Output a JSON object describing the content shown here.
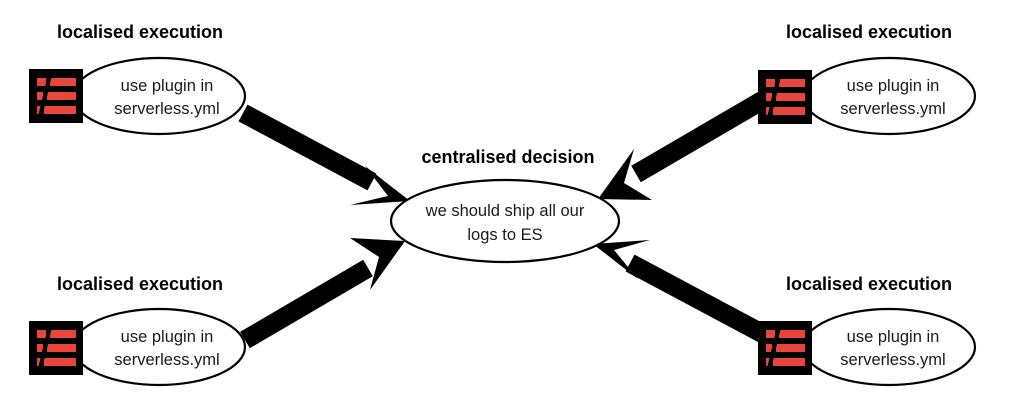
{
  "center": {
    "title": "centralised decision",
    "lines": [
      "we should ship all our",
      "logs to ES"
    ]
  },
  "nodes": [
    {
      "id": "top-left",
      "title": "localised execution",
      "lines": [
        "use plugin in",
        "serverless.yml"
      ]
    },
    {
      "id": "top-right",
      "title": "localised execution",
      "lines": [
        "use plugin in",
        "serverless.yml"
      ]
    },
    {
      "id": "bottom-left",
      "title": "localised execution",
      "lines": [
        "use plugin in",
        "serverless.yml"
      ]
    },
    {
      "id": "bottom-right",
      "title": "localised execution",
      "lines": [
        "use plugin in",
        "serverless.yml"
      ]
    }
  ],
  "icon": {
    "name": "serverless-framework-icon",
    "background": "#000000",
    "bars": "#e8453c"
  },
  "colors": {
    "arrow": "#000000",
    "text": "#000000"
  }
}
